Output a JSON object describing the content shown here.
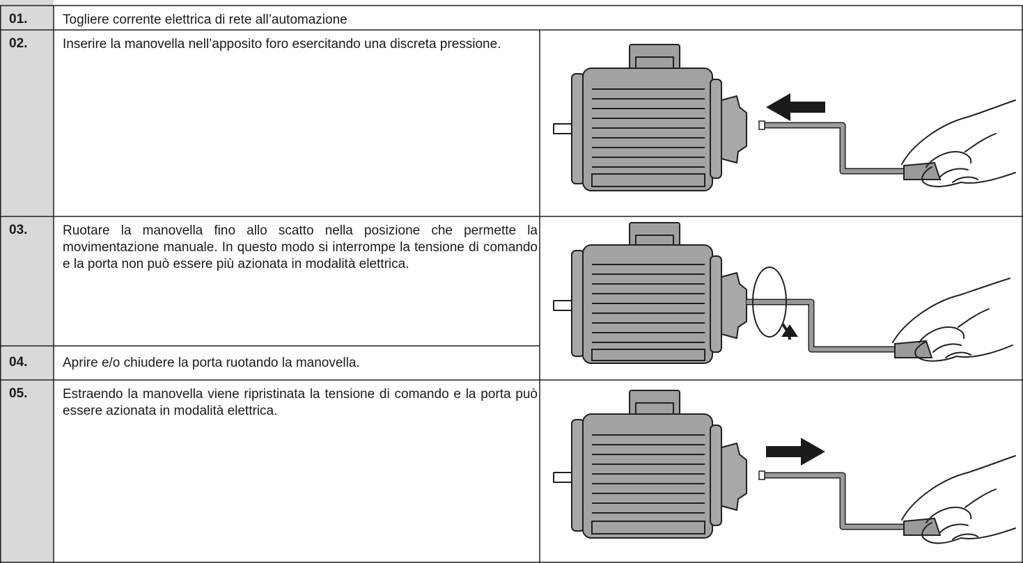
{
  "steps": [
    {
      "number": "01.",
      "text": "Togliere corrente elettrica di rete all’automazione"
    },
    {
      "number": "02.",
      "text": "Inserire la manovella nell’apposito foro esercitando una discreta pressione."
    },
    {
      "number": "03.",
      "text": "Ruotare la manovella fino allo scatto nella posizione che permette la movimentazione manuale. In questo modo si interrompe la tensione di comando e la porta non può essere più azionata in modalità elettrica."
    },
    {
      "number": "04.",
      "text": "Aprire e/o chiudere la porta ruotando la manovella."
    },
    {
      "number": "05.",
      "text": "Estraendo la manovella viene ripristinata la tensione di comando e la porta può essere azionata in modalità elettrica."
    }
  ],
  "illustrations": [
    {
      "icon": "motor-crank-insert-icon",
      "arrow": "left"
    },
    {
      "icon": "motor-crank-rotate-icon",
      "arrow": "rotate"
    },
    {
      "icon": "motor-crank-extract-icon",
      "arrow": "right"
    }
  ],
  "colors": {
    "number_column": "#d9d9d9",
    "border": "#231f20",
    "text": "#1a1a1a"
  }
}
